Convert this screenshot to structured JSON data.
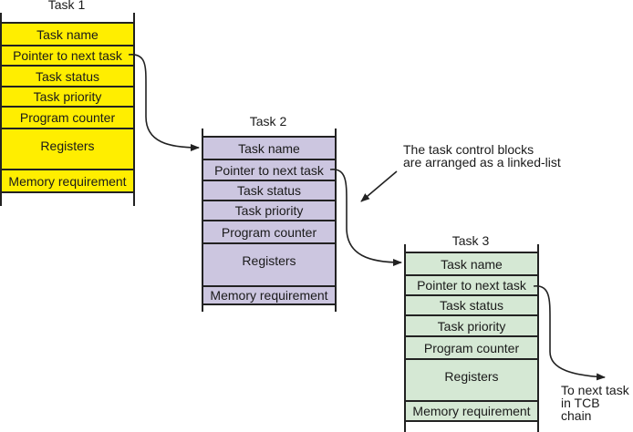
{
  "tasks": [
    {
      "title": "Task 1",
      "color": "#ffee00",
      "fields": [
        "Task name",
        "Pointer to next task",
        "Task status",
        "Task priority",
        "Program  counter",
        "Registers",
        "Memory requirement"
      ]
    },
    {
      "title": "Task 2",
      "color": "#ccc6e0",
      "fields": [
        "Task name",
        "Pointer to next task",
        "Task status",
        "Task priority",
        "Program  counter",
        "Registers",
        "Memory requirement"
      ]
    },
    {
      "title": "Task 3",
      "color": "#d5e8d4",
      "fields": [
        "Task name",
        "Pointer to next task",
        "Task status",
        "Task priority",
        "Program  counter",
        "Registers",
        "Memory requirement"
      ]
    }
  ],
  "annotations": {
    "linked_list_line1": "The task control blocks",
    "linked_list_line2": "are arranged as a linked-list",
    "next_line1": "To next task",
    "next_line2": "in TCB chain"
  },
  "colors": {
    "stroke": "#222222"
  }
}
